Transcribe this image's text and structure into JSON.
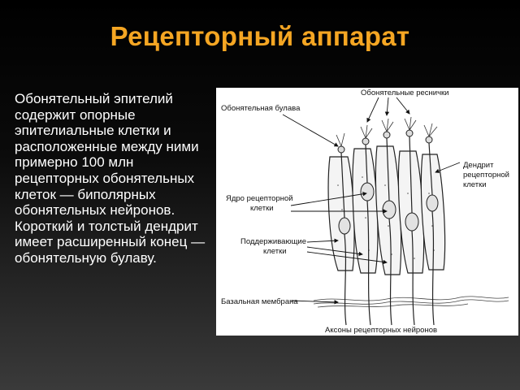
{
  "slide": {
    "title": "Рецепторный аппарат",
    "body": "Обонятельный эпителий содержит опорные эпителиальные клетки и расположенные между ними примерно 100 млн рецепторных обонятельных клеток — биполярных обонятельных нейронов. Короткий и толстый дендрит имеет расширенный конец — обонятельную булаву."
  },
  "diagram": {
    "labels": {
      "olfactory_club": "Обонятельная булава",
      "olfactory_cilia": "Обонятельные реснички",
      "dendrite_line1": "Дендрит",
      "dendrite_line2": "рецепторной",
      "dendrite_line3": "клетки",
      "nucleus_line1": "Ядро рецепторной",
      "nucleus_line2": "клетки",
      "support_line1": "Поддерживающие",
      "support_line2": "клетки",
      "basal_membrane": "Базальная мембрана",
      "axons": "Аксоны рецепторных нейронов"
    }
  }
}
